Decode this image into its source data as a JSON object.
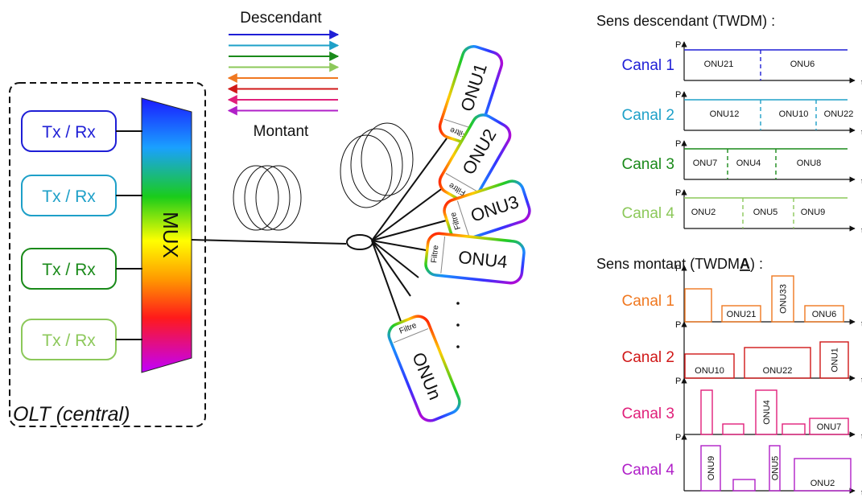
{
  "olt": {
    "title": "OLT (central)",
    "mux_label": "MUX",
    "transceivers": [
      {
        "label": "Tx / Rx",
        "color": "#1f1fd6"
      },
      {
        "label": "Tx / Rx",
        "color": "#1ea0c8"
      },
      {
        "label": "Tx / Rx",
        "color": "#1a8a1a"
      },
      {
        "label": "Tx / Rx",
        "color": "#8cc85a"
      }
    ]
  },
  "arrows": {
    "down_label": "Descendant",
    "up_label": "Montant",
    "down_colors": [
      "#1f1fd6",
      "#1ea0c8",
      "#1a8a1a",
      "#8cc85a"
    ],
    "up_colors": [
      "#f07820",
      "#d01818",
      "#e0207a",
      "#b020c8"
    ]
  },
  "onus": [
    {
      "label": "ONU1",
      "filter": "Filtre"
    },
    {
      "label": "ONU2",
      "filter": "Filtre"
    },
    {
      "label": "ONU3",
      "filter": "Filtre"
    },
    {
      "label": "ONU4",
      "filter": "Filtre"
    },
    {
      "label": "ONUn",
      "filter": "Filtre"
    }
  ],
  "downstream": {
    "title": "Sens descendant (TWDM) :",
    "axis_p": "P",
    "axis_t": "t",
    "channels": [
      {
        "label": "Canal 1",
        "color": "#1f1fd6",
        "slots": [
          "ONU21",
          "ONU6"
        ]
      },
      {
        "label": "Canal 2",
        "color": "#1ea0c8",
        "slots": [
          "ONU12",
          "ONU10",
          "ONU22"
        ]
      },
      {
        "label": "Canal 3",
        "color": "#1a8a1a",
        "slots": [
          "ONU7",
          "ONU4",
          "ONU8"
        ]
      },
      {
        "label": "Canal 4",
        "color": "#8cc85a",
        "slots": [
          "ONU2",
          "ONU5",
          "ONU9"
        ]
      }
    ]
  },
  "upstream": {
    "title_prefix": "Sens montant (TWDM",
    "title_bold": "A",
    "title_suffix": ") :",
    "axis_p": "P",
    "axis_t": "t",
    "channels": [
      {
        "label": "Canal 1",
        "color": "#f07820",
        "slots": [
          "ONU21",
          "ONU33",
          "ONU6"
        ]
      },
      {
        "label": "Canal 2",
        "color": "#d01818",
        "slots": [
          "ONU10",
          "ONU22",
          "ONU1"
        ]
      },
      {
        "label": "Canal 3",
        "color": "#e0207a",
        "slots": [
          "ONU4",
          "ONU7"
        ]
      },
      {
        "label": "Canal 4",
        "color": "#b020c8",
        "slots": [
          "ONU9",
          "ONU5",
          "ONU2"
        ]
      }
    ]
  }
}
